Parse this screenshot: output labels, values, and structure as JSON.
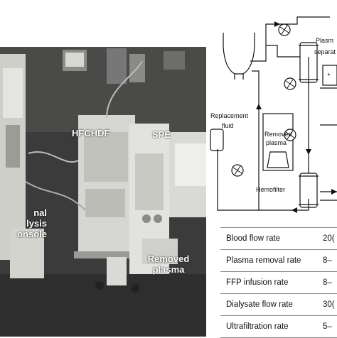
{
  "photo": {
    "labels": {
      "hfchdf": "HFCHDF",
      "spe": "SPE",
      "console_lines": [
        "nal",
        "lysis",
        "onsole"
      ],
      "removed_plasma_lines": [
        "Removed",
        "plasma"
      ]
    }
  },
  "diagram": {
    "plasma_separator_lines": [
      "Plasm",
      "separat"
    ],
    "replacement_fluid_lines": [
      "Replacement",
      "fluid"
    ],
    "removed_plasma_lines": [
      "Removed",
      "plasma"
    ],
    "hemofilter": "Hemofilter"
  },
  "settings_table": {
    "rows": [
      {
        "label": "Blood flow rate",
        "value": "20("
      },
      {
        "label": "Plasma removal rate",
        "value": "8–"
      },
      {
        "label": "FFP infusion rate",
        "value": "8–"
      },
      {
        "label": "Dialysate flow rate",
        "value": "30("
      },
      {
        "label": "Ultrafiltration rate",
        "value": "5–"
      }
    ]
  }
}
